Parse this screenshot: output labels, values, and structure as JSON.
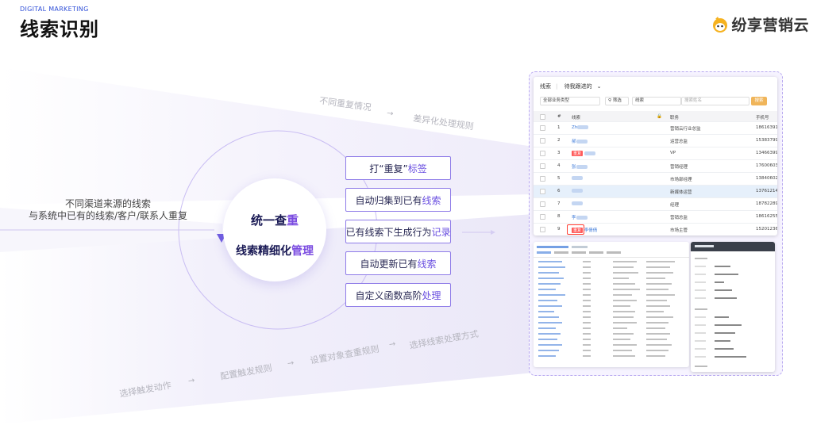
{
  "header": {
    "subtitle": "DIGITAL MARKETING",
    "title": "线索识别",
    "logo_text": "纷享营销云"
  },
  "left_text": {
    "line1": "不同渠道来源的线索",
    "line2": "与系统中已有的线索/客户/联系人重复"
  },
  "top_flow": {
    "item1": "不同重复情况",
    "item2": "差异化处理规则"
  },
  "bottom_flow": {
    "item1": "选择触发动作",
    "item2": "配置触发规则",
    "item3": "设置对象查重规则",
    "item4": "选择线索处理方式"
  },
  "center_circle": {
    "line1_a": "统一查",
    "line1_b": "重",
    "line2_a": "线索精细化",
    "line2_b": "管理"
  },
  "actions": [
    {
      "a": "打“重复”",
      "b": "标签"
    },
    {
      "a": "自动归集到已有",
      "b": "线索"
    },
    {
      "a": "已有线索下生成行为",
      "b": "记录"
    },
    {
      "a": "自动更新已有",
      "b": "线索"
    },
    {
      "a": "自定义函数高阶",
      "b": "处理"
    }
  ],
  "leads_panel": {
    "tab_active": "线索",
    "tab_other": "待我跟进的",
    "filter_type": "全部业务类型",
    "filter_btn": "筛选",
    "filter_field": "线索",
    "search_placeholder": "搜索姓名",
    "search_btn": "搜索",
    "col_no": "#",
    "col_lead": "线索",
    "col_title": "职务",
    "col_phone": "手机号",
    "duplicate_tag": "重复",
    "rows": [
      {
        "no": "1",
        "name": "Zh",
        "title": "营销云行业总监",
        "phone": "18616391"
      },
      {
        "no": "2",
        "name": "郝",
        "title": "运营总监",
        "phone": "15383799"
      },
      {
        "no": "3",
        "name": "",
        "title": "VP",
        "phone": "13466399"
      },
      {
        "no": "4",
        "name": "张",
        "title": "营销经理",
        "phone": "17600603"
      },
      {
        "no": "5",
        "name": "",
        "title": "市场部经理",
        "phone": "13840602"
      },
      {
        "no": "6",
        "name": "",
        "title": "新媒体运营",
        "phone": "13761214"
      },
      {
        "no": "7",
        "name": "",
        "title": "经理",
        "phone": "18782289"
      },
      {
        "no": "8",
        "name": "李",
        "title": "营销总监",
        "phone": "18616255"
      },
      {
        "no": "9",
        "name": "李倩倩",
        "title": "市场主管",
        "phone": "15201236"
      }
    ]
  },
  "colors": {
    "accent": "#7a4be0",
    "border": "#8f7ce8",
    "tag_red": "#ff5b5b",
    "search_btn": "#f0b55a"
  }
}
